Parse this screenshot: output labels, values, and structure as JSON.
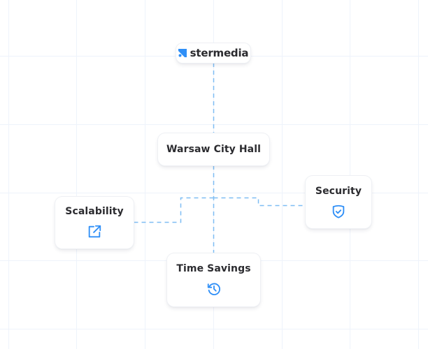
{
  "diagram": {
    "logo": {
      "text": "stermedia",
      "icon": "stermedia-arrow-logo-icon"
    },
    "root": {
      "label": "Warsaw City Hall"
    },
    "benefits": [
      {
        "label": "Scalability",
        "icon": "external-link-icon"
      },
      {
        "label": "Security",
        "icon": "shield-check-icon"
      },
      {
        "label": "Time Savings",
        "icon": "history-icon"
      }
    ],
    "edges": [
      [
        "stermedia",
        "Warsaw City Hall"
      ],
      [
        "Warsaw City Hall",
        "Scalability"
      ],
      [
        "Warsaw City Hall",
        "Security"
      ],
      [
        "Warsaw City Hall",
        "Time Savings"
      ]
    ]
  },
  "colors": {
    "accent": "#2f8ff7",
    "connector": "#7fbdf3",
    "text": "#2b2b2f",
    "grid": "#eef3fb",
    "background": "#ffffff"
  }
}
